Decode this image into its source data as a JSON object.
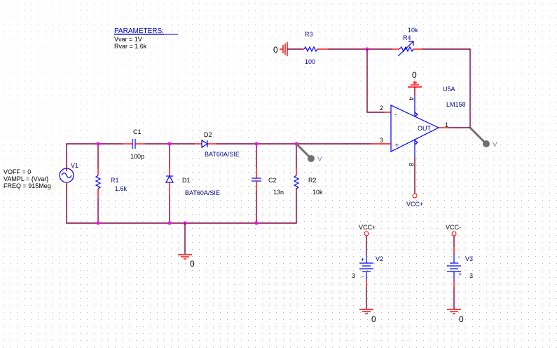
{
  "parameters": {
    "title": "PARAMETERS:",
    "lines": [
      "Vvar = 1V",
      "Rvar = 1.6k"
    ]
  },
  "components": {
    "R3": {
      "ref": "R3",
      "value": "100"
    },
    "R4": {
      "ref": "R4",
      "value": "10k"
    },
    "U5A": {
      "ref": "U5A",
      "part": "LM158",
      "pin_inv": "2",
      "pin_noninv": "3",
      "pin_out": "1",
      "pin_vneg": "4",
      "pin_vpos": "8",
      "out_label": "OUT",
      "minus": "-",
      "plus": "+"
    },
    "C1": {
      "ref": "C1",
      "value": "100p"
    },
    "D2": {
      "ref": "D2",
      "value": "BAT60A/SIE"
    },
    "D1": {
      "ref": "D1",
      "value": "BAT60A/SIE"
    },
    "C2": {
      "ref": "C2",
      "value": "13n"
    },
    "R2": {
      "ref": "R2",
      "value": "10k"
    },
    "R1": {
      "ref": "R1",
      "value": "1.6k"
    },
    "V1": {
      "ref": "V1",
      "voff": "VOFF = 0",
      "vampl": "VAMPL = {Vvar}",
      "freq": "FREQ = 915Meg"
    },
    "V2": {
      "ref": "V2",
      "value": "3",
      "plus": "+",
      "minus": "-"
    },
    "V3": {
      "ref": "V3",
      "value": "3",
      "plus": "+",
      "minus": "-"
    }
  },
  "nets": {
    "gnd_label": "0",
    "vcc_pos": "VCC+",
    "vcc_neg": "VCC-"
  },
  "probes": {
    "label": "V"
  }
}
